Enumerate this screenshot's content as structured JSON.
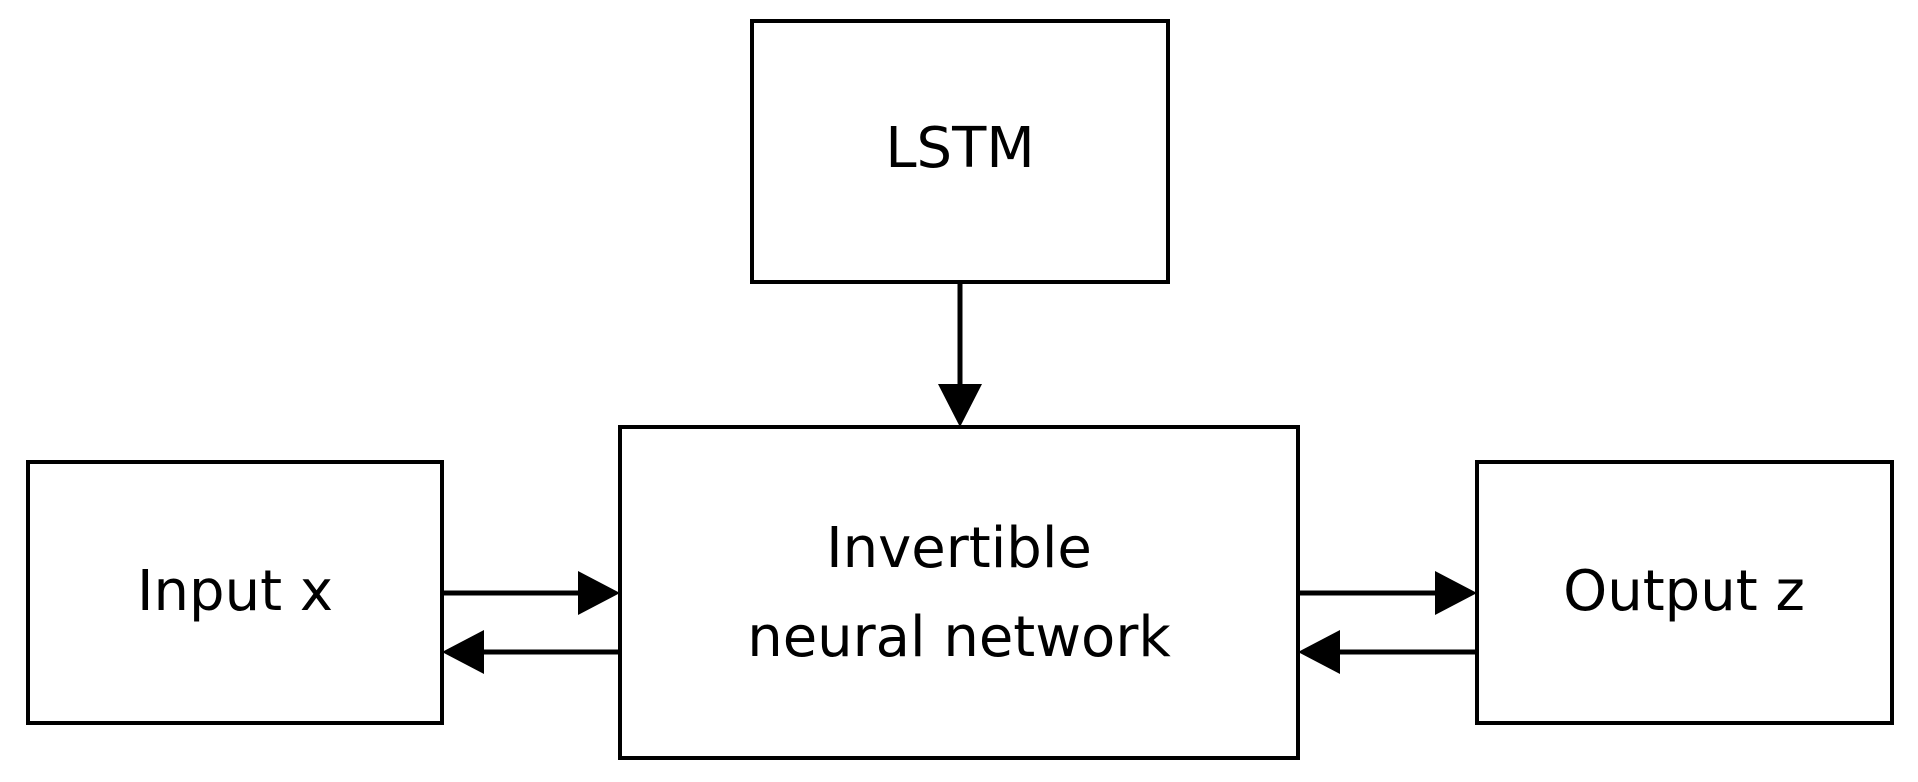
{
  "nodes": {
    "lstm": {
      "label": "LSTM"
    },
    "inn": {
      "lines": [
        "Invertible",
        "neural network"
      ]
    },
    "input": {
      "label": "Input x"
    },
    "output": {
      "label": "Output z"
    }
  },
  "edges": [
    {
      "from": "lstm",
      "to": "inn"
    },
    {
      "from": "input",
      "to": "inn"
    },
    {
      "from": "inn",
      "to": "input"
    },
    {
      "from": "inn",
      "to": "output"
    },
    {
      "from": "output",
      "to": "inn"
    }
  ],
  "colors": {
    "stroke": "#000000",
    "fill": "#ffffff",
    "text": "#000000"
  }
}
